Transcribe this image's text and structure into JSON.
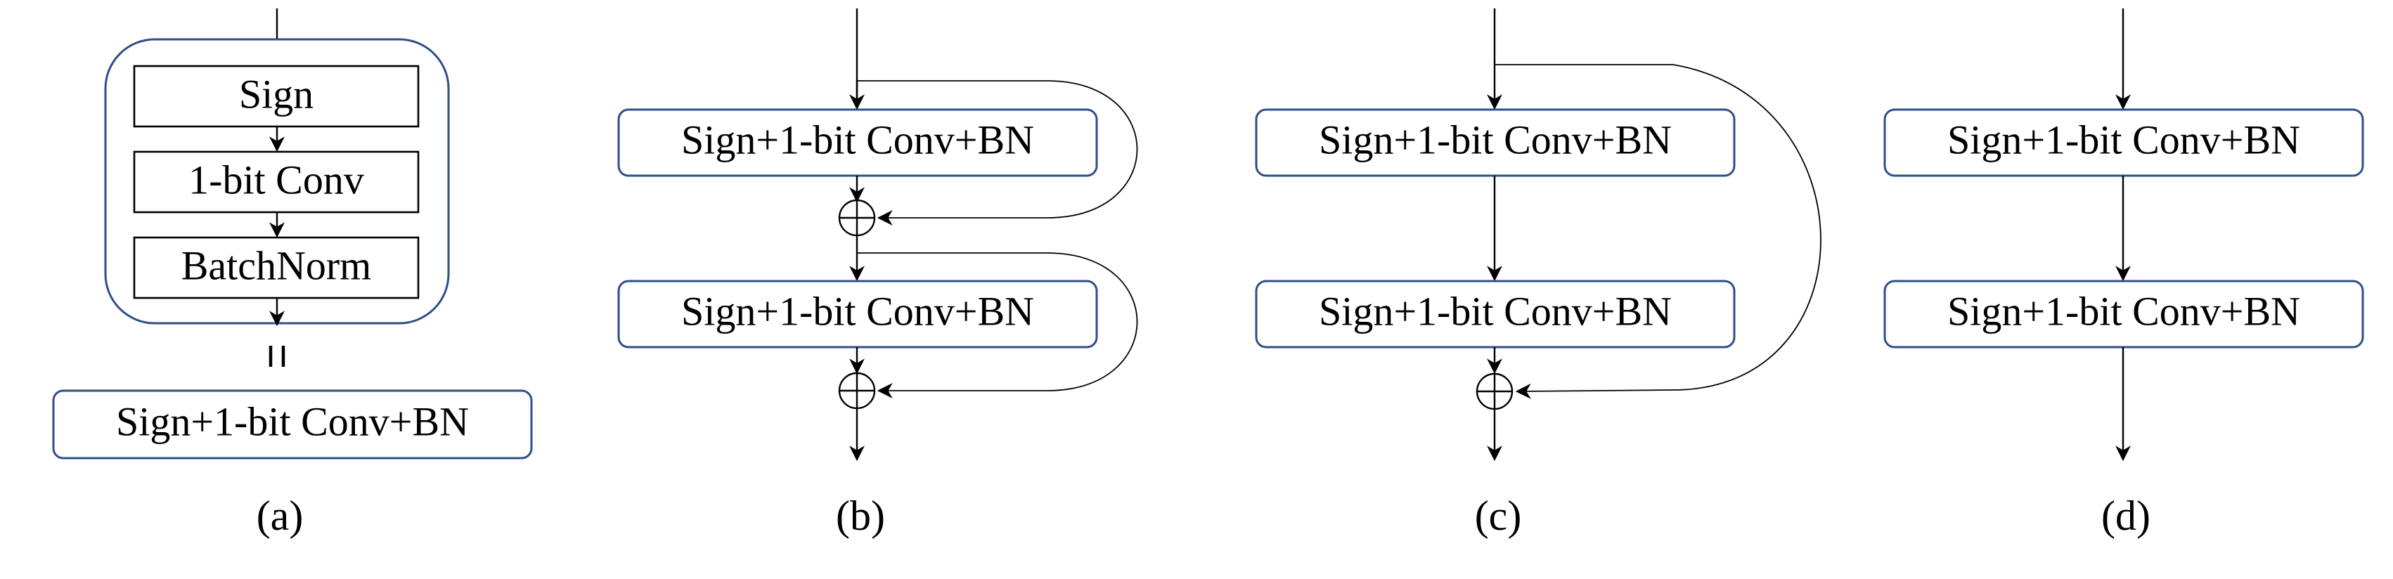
{
  "panel_a": {
    "sign_label": "Sign",
    "conv_label": "1-bit Conv",
    "bn_label": "BatchNorm",
    "equals_symbol": "=",
    "combined_label": "Sign+1-bit Conv+BN",
    "caption": "(a)"
  },
  "panel_b": {
    "block1_label": "Sign+1-bit Conv+BN",
    "block2_label": "Sign+1-bit Conv+BN",
    "caption": "(b)"
  },
  "panel_c": {
    "block1_label": "Sign+1-bit Conv+BN",
    "block2_label": "Sign+1-bit Conv+BN",
    "caption": "(c)"
  },
  "panel_d": {
    "block1_label": "Sign+1-bit Conv+BN",
    "block2_label": "Sign+1-bit Conv+BN",
    "caption": "(d)"
  },
  "colors": {
    "box_border": "#2f4f8a",
    "line": "#000000"
  },
  "icons": {
    "add_node": "circle-plus-icon",
    "arrow": "arrowhead-icon"
  }
}
